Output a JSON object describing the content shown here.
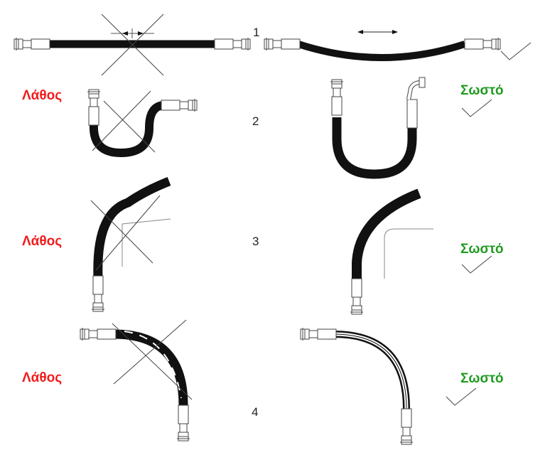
{
  "labels": {
    "wrong": "Λάθος",
    "correct": "Σωστό"
  },
  "rows": [
    {
      "number": "1"
    },
    {
      "number": "2"
    },
    {
      "number": "3"
    },
    {
      "number": "4"
    }
  ],
  "colors": {
    "wrong": "#f21b1b",
    "correct": "#1f9a1f",
    "hose": "#111111"
  }
}
